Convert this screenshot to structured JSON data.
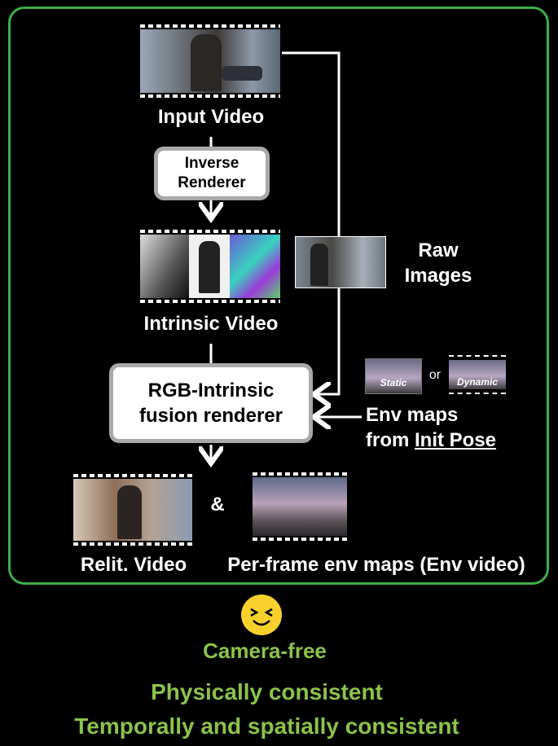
{
  "labels": {
    "input_video": "Input Video",
    "inverse_renderer_line1": "Inverse",
    "inverse_renderer_line2": "Renderer",
    "intrinsic_video": "Intrinsic Video",
    "raw_images_line1": "Raw",
    "raw_images_line2": "Images",
    "fusion_line1": "RGB-Intrinsic",
    "fusion_line2": "fusion renderer",
    "env_static": "Static",
    "env_or": "or",
    "env_dynamic": "Dynamic",
    "env_maps_line1": "Env maps",
    "env_maps_line2_prefix": "from ",
    "env_maps_line2_underlined": "Init Pose",
    "relit_video": "Relit. Video",
    "ampersand": "&",
    "per_frame_env": "Per-frame env maps (Env video)"
  },
  "benefits": [
    "Camera-free",
    "Physically consistent",
    "Temporally and spatially consistent"
  ],
  "colors": {
    "frame_border": "#3fae49",
    "benefit_text": "#8bc34a",
    "node_border": "#a9a9a9",
    "smiley": "#f7d02c"
  },
  "icons": {
    "smiley": "smiley-face-icon"
  }
}
